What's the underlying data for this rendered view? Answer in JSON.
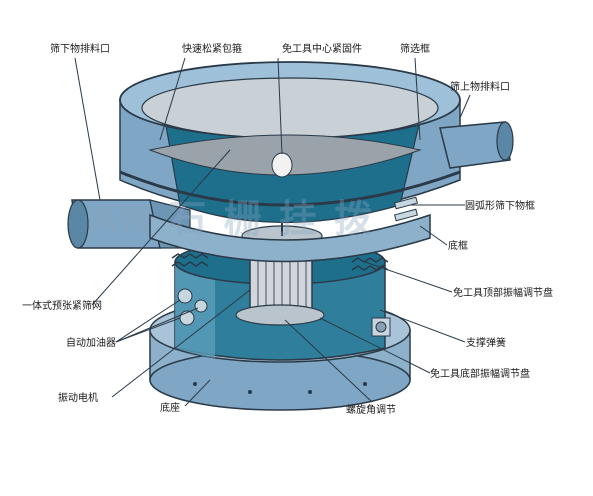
{
  "diagram": {
    "watermark": "AN 石 栅 挂 拨",
    "labels": {
      "bottom_outlet": "筛下物排料口",
      "quick_clamp": "快速松紧包箍",
      "center_fastener": "免工具中心紧固件",
      "screen_frame": "筛选框",
      "top_outlet": "筛上物排料口",
      "arc_under_frame": "圆弧形筛下物框",
      "base_frame": "底框",
      "top_amplitude_plate": "免工具顶部振幅调节盘",
      "tension_mesh": "一体式预张紧筛网",
      "support_spring": "支撑弹簧",
      "auto_oiler": "自动加油器",
      "bottom_amplitude_plate": "免工具底部振幅调节盘",
      "vibration_motor": "振动电机",
      "base": "底座",
      "spiral_angle": "螺旋角调节"
    },
    "colors": {
      "body": "#7fa6c4",
      "body_dark": "#4f7896",
      "inner": "#1e6f8c",
      "inner_light": "#3a8fae",
      "mesh": "#9aa3aa",
      "outline": "#2a3a48"
    }
  }
}
